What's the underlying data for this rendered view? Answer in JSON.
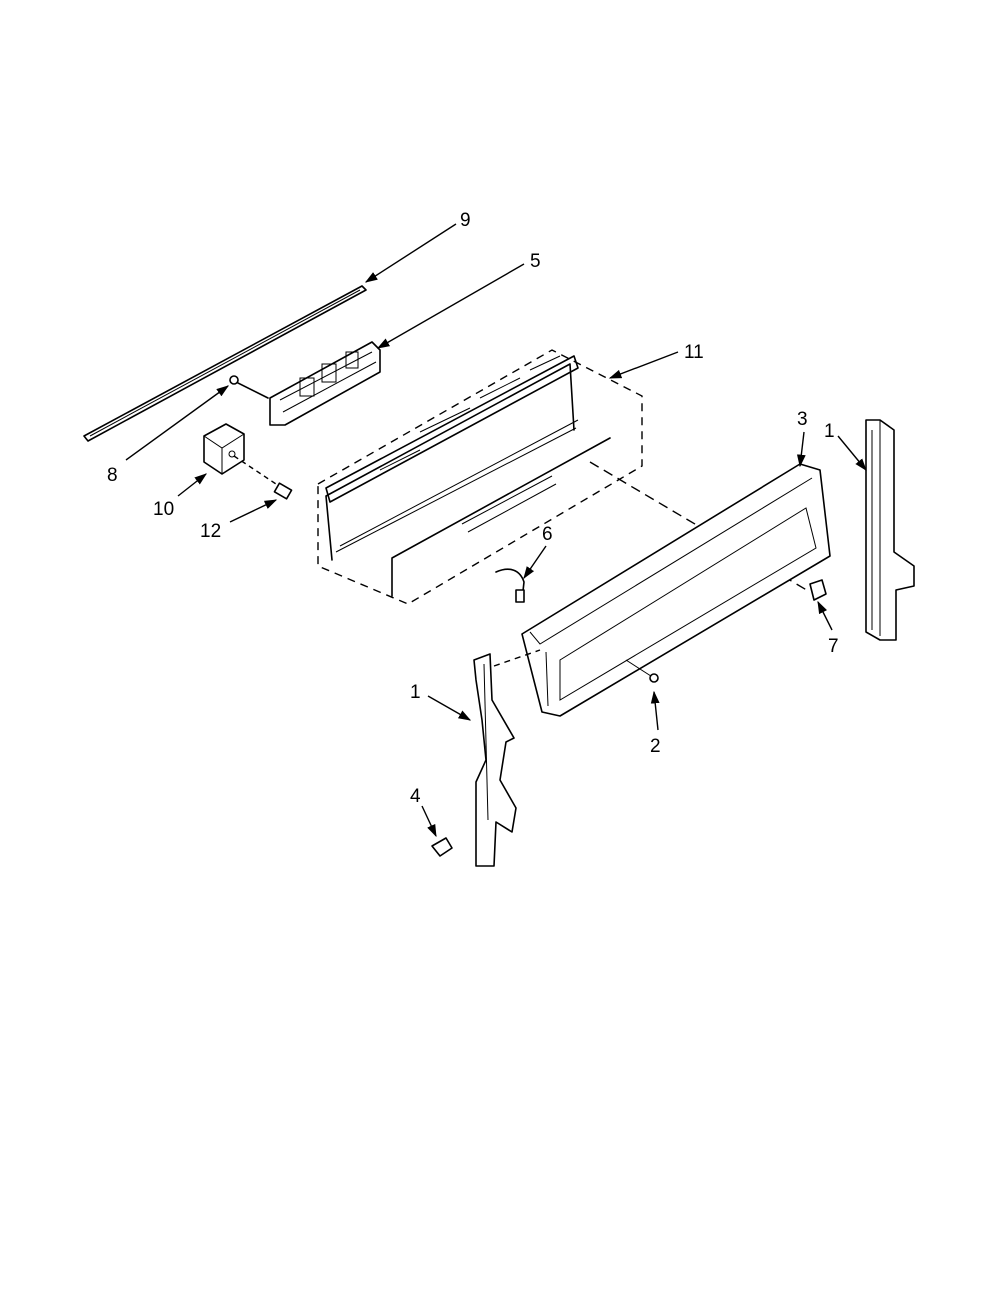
{
  "diagram": {
    "callouts": {
      "c9": "9",
      "c5": "5",
      "c11": "11",
      "c8": "8",
      "c10": "10",
      "c12": "12",
      "c3": "3",
      "c1_right": "1",
      "c6": "6",
      "c7": "7",
      "c1_left": "1",
      "c2": "2",
      "c4": "4"
    }
  }
}
